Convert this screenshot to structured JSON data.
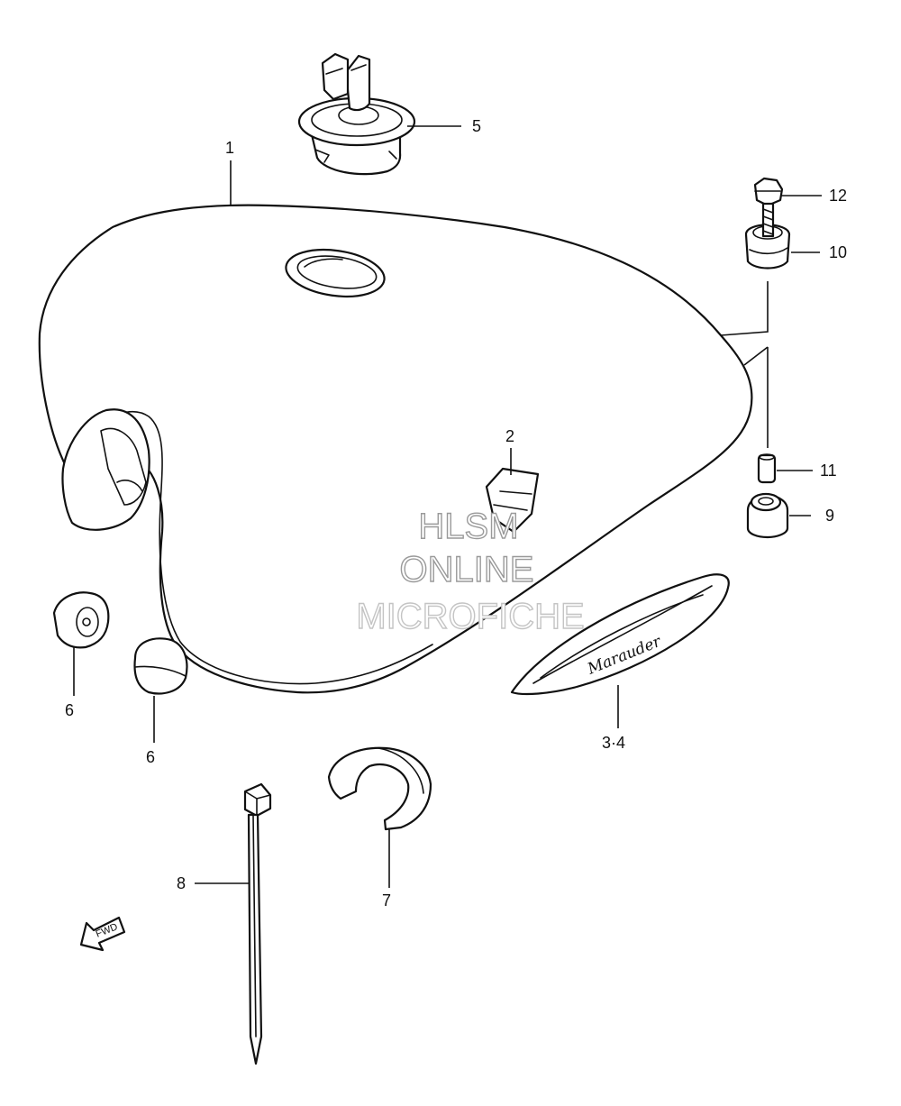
{
  "labels": {
    "p1": "1",
    "p2": "2",
    "p34": "3·4",
    "p5": "5",
    "p6a": "6",
    "p6b": "6",
    "p7": "7",
    "p8": "8",
    "p9": "9",
    "p10": "10",
    "p11": "11",
    "p12": "12"
  },
  "emblem_text": "Marauder",
  "fwd_text": "FWD",
  "watermark": {
    "line1": "HLSM",
    "line2": "ONLINE",
    "line3": "MICROFICHE"
  }
}
